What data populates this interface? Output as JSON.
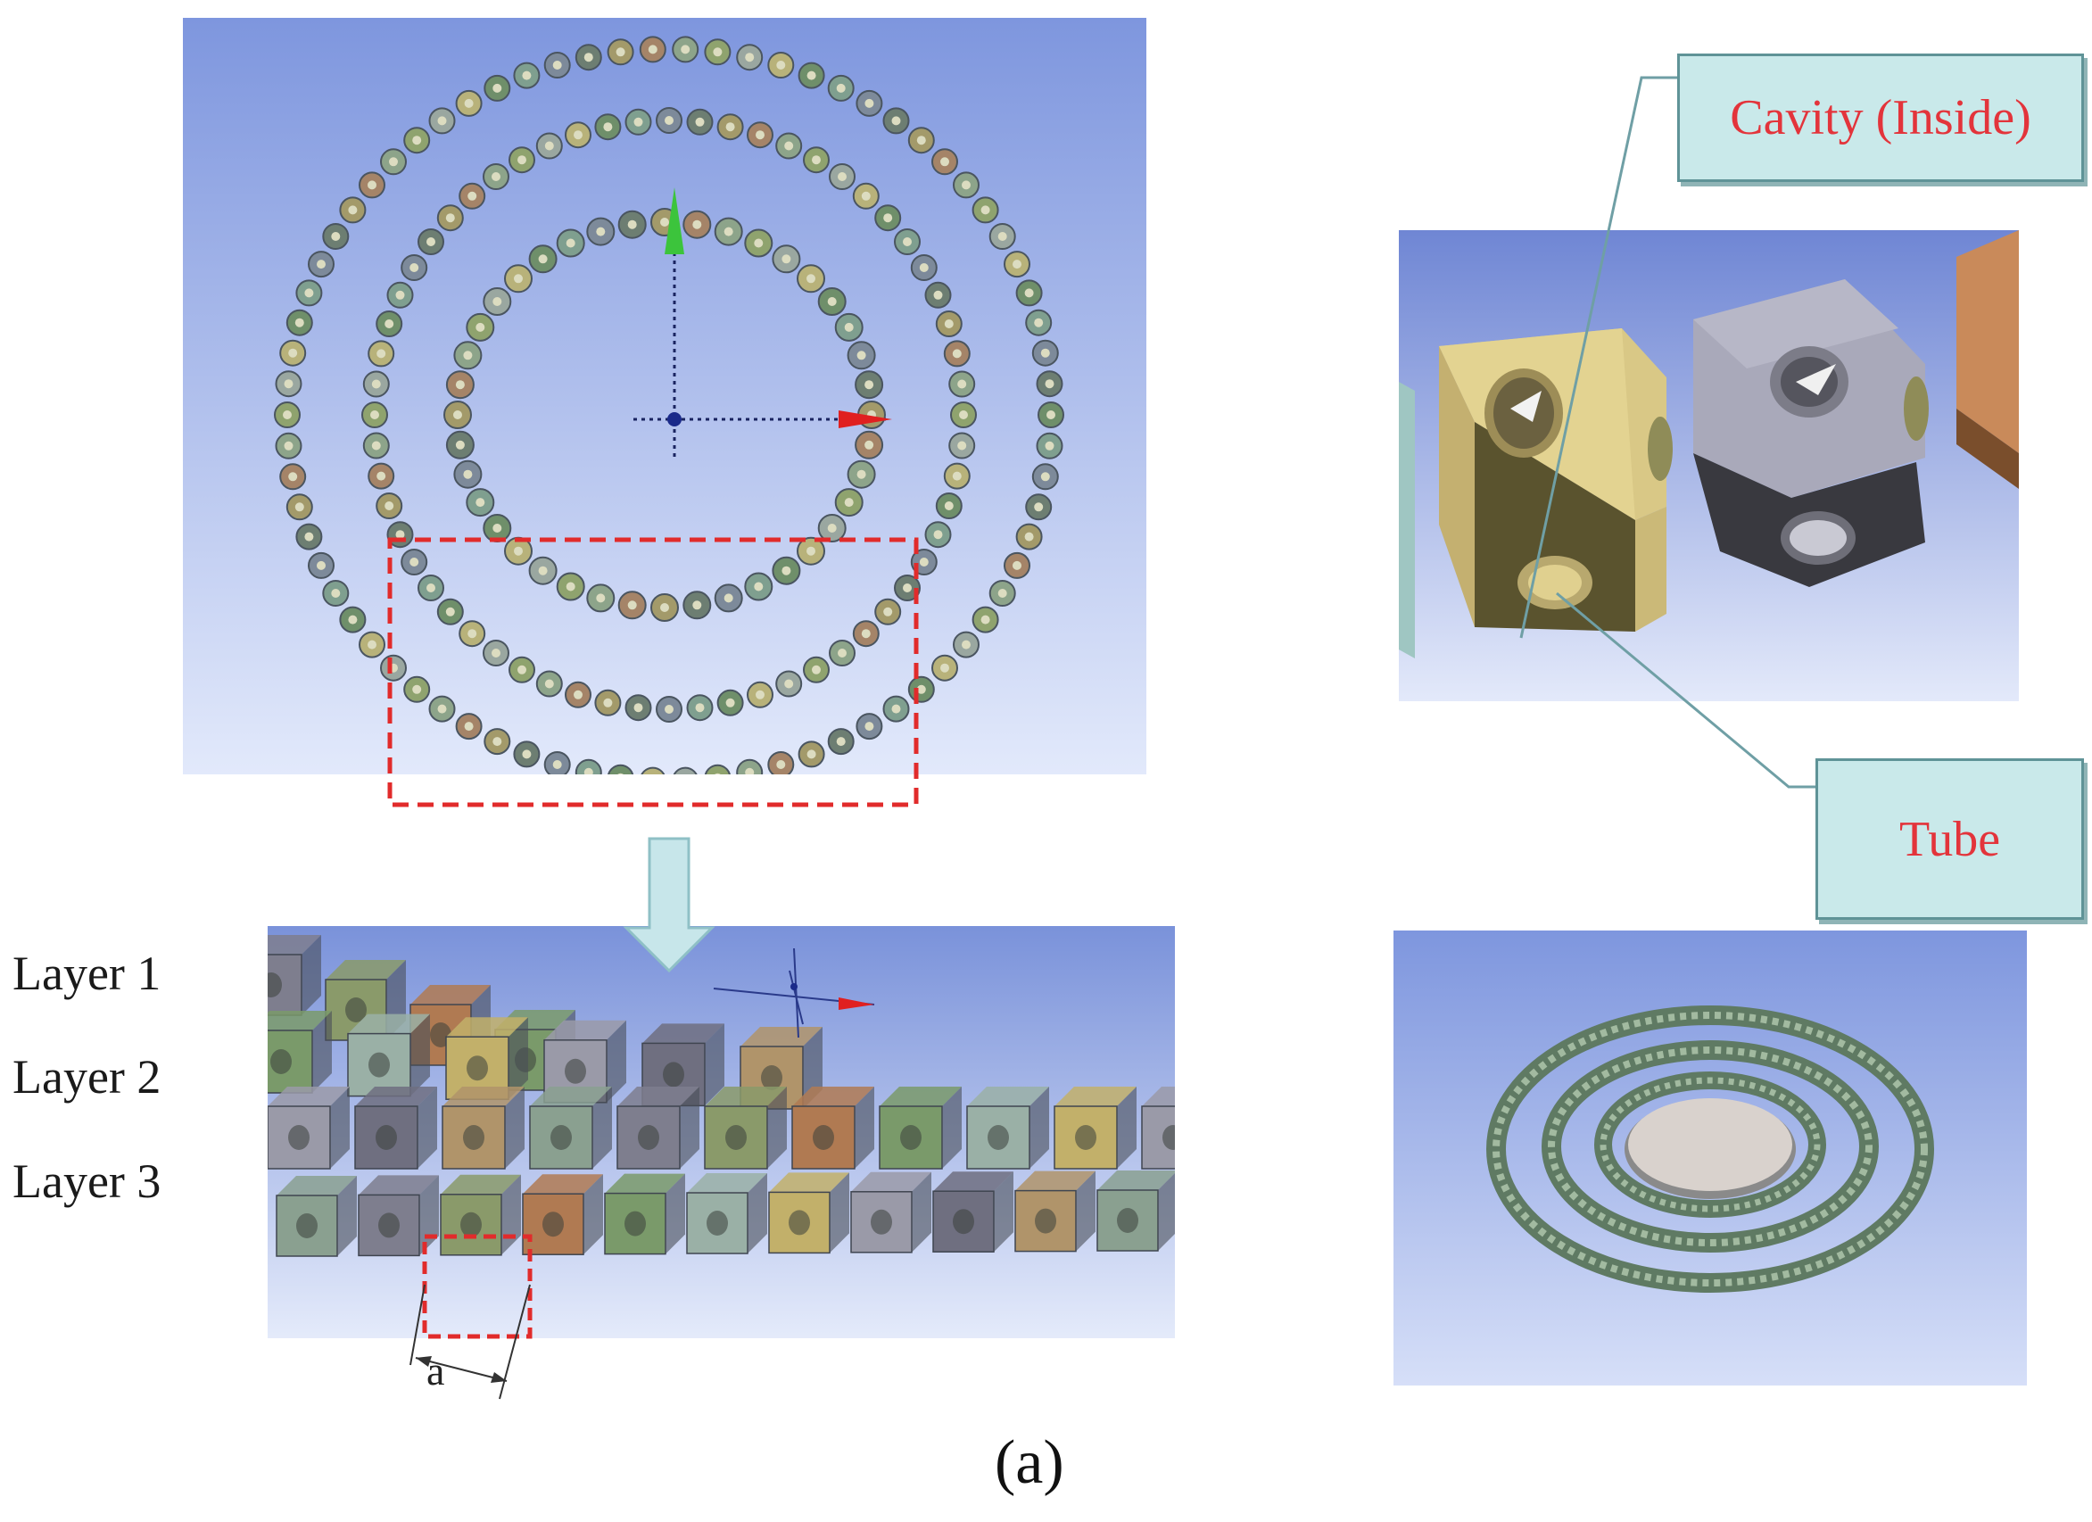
{
  "labels": {
    "cavity": "Cavity (Inside)",
    "tube": "Tube",
    "layer_1": "Layer 1",
    "layer_2": "Layer 2",
    "layer_3": "Layer 3",
    "dimension": "a",
    "figure": "(a)"
  },
  "icons": {
    "arrow": "down-arrow-icon",
    "axes": "coordinate-axes-icon"
  },
  "colors": {
    "viewport_top": "#7e96de",
    "viewport_bottom": "#e2e9fb",
    "highlight": "#e12b2b",
    "callout_fill": "#c9e9ea",
    "callout_text": "#e3343b",
    "arrow_fill": "#c7e6ea"
  }
}
